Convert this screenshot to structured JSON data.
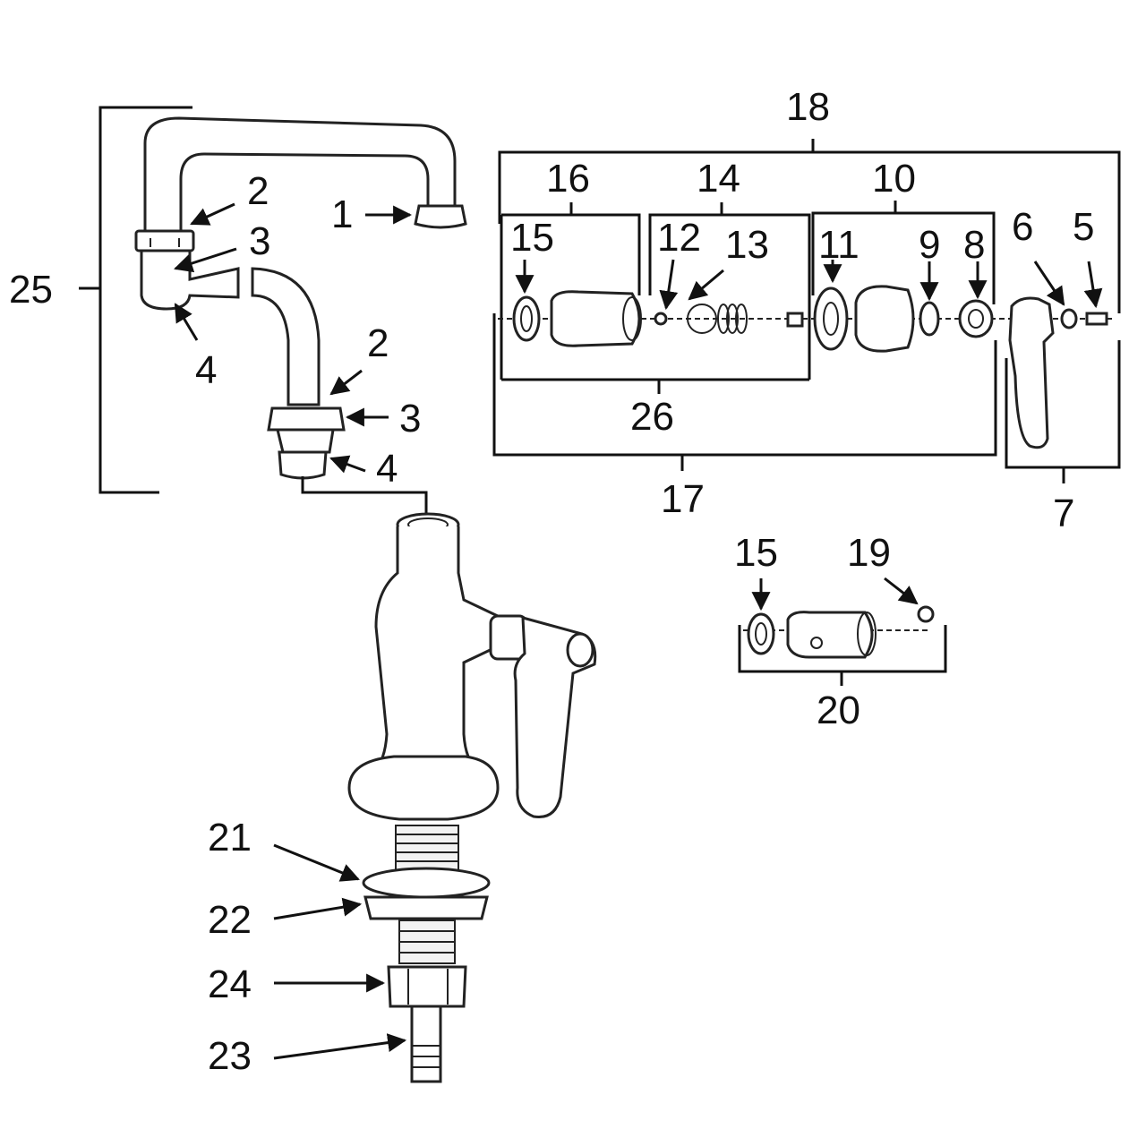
{
  "labels": {
    "l1": "1",
    "l2a": "2",
    "l3a": "3",
    "l4a": "4",
    "l25": "25",
    "l2b": "2",
    "l3b": "3",
    "l4b": "4",
    "l18": "18",
    "l16": "16",
    "l14": "14",
    "l10": "10",
    "l15a": "15",
    "l12": "12",
    "l13": "13",
    "l11": "11",
    "l9": "9",
    "l8": "8",
    "l6": "6",
    "l5": "5",
    "l26": "26",
    "l17": "17",
    "l7": "7",
    "l15b": "15",
    "l19": "19",
    "l20": "20",
    "l21": "21",
    "l22": "22",
    "l24": "24",
    "l23": "23"
  },
  "colors": {
    "line": "#111111",
    "background": "#ffffff"
  },
  "icons": {
    "arrow": "arrow-icon"
  }
}
